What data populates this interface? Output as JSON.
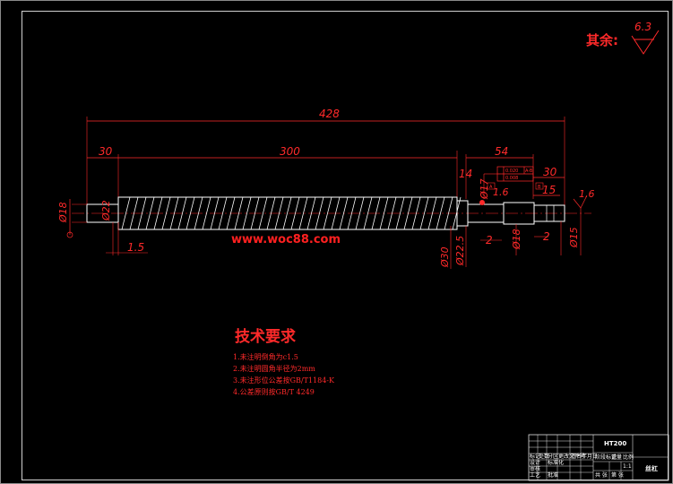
{
  "surface_finish": {
    "label": "其余:",
    "value": "6.3"
  },
  "dimensions": {
    "overall": "428",
    "left_end": "30",
    "thread_length": "300",
    "right_section": "54",
    "right_end": "30",
    "collar": "14",
    "step_15": "15",
    "chamfer_right": "1.6",
    "ra_small": "1.6",
    "dia_18_left": "Ø18",
    "dia_22": "Ø22",
    "dia_17": "Ø17",
    "groove_1_5": "1.5",
    "dia_30": "Ø30",
    "dia_22_5": "Ø22.5",
    "dim_2_a": "2",
    "dia_18_right": "Ø18",
    "dim_2_b": "2",
    "dia_15": "Ø15"
  },
  "tolerance": {
    "row1": "0.020",
    "row1_ref": "A-B",
    "row2": "0.008",
    "datum_a": "A",
    "datum_b": "B"
  },
  "watermark": "www.woc88.com",
  "technical_requirements": {
    "title": "技术要求",
    "notes": [
      "1.未注明倒角为c1.5",
      "2.未注明圆角半径为2mm",
      "3.未注形位公差按GB/T1184-K",
      "4.公差原则按GB/T 4249"
    ]
  },
  "title_block": {
    "material": "HT200",
    "part": "丝杠",
    "cells": [
      "标记",
      "处数",
      "分区",
      "更改文件号",
      "签名",
      "年月日",
      "设计",
      "标准化",
      "审核",
      "工艺",
      "批准",
      "阶段标记",
      "重量",
      "比例",
      "共 张",
      "第 张",
      "1:1"
    ]
  },
  "colors": {
    "drawing": "#ff2a2a",
    "frame": "#d0d0d0",
    "background": "#000000",
    "part_outline": "#ffffff"
  }
}
